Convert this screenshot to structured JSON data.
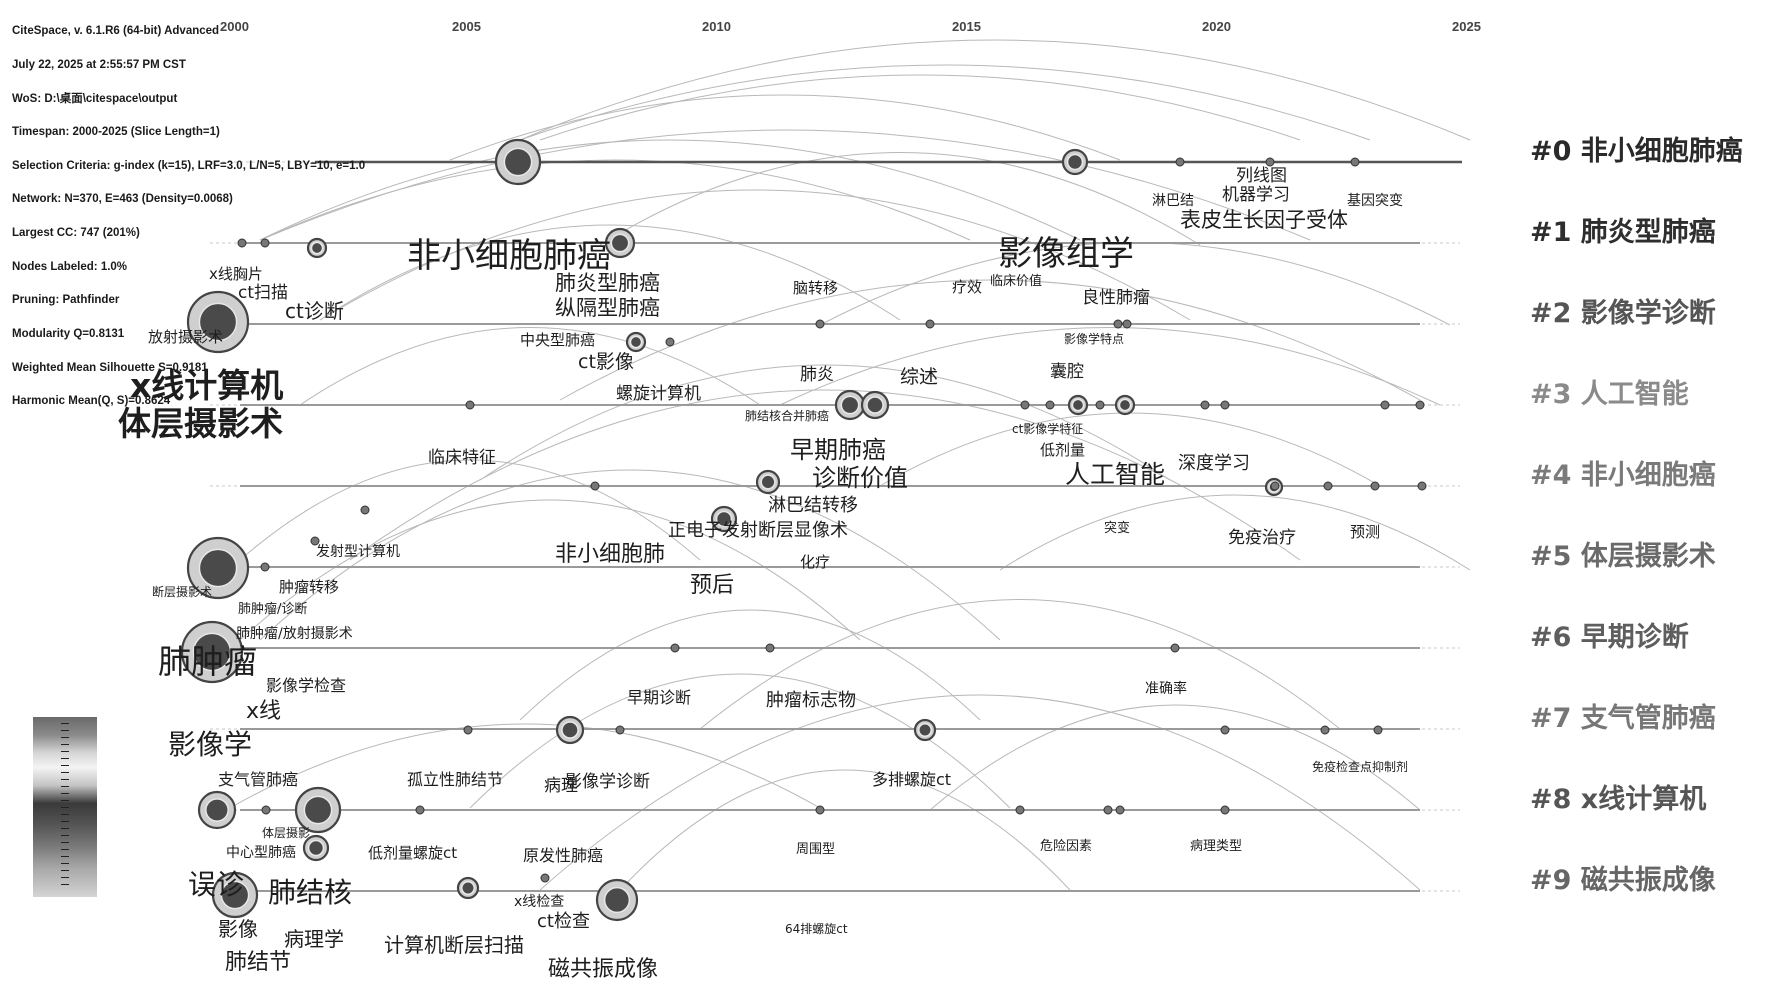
{
  "info_lines": [
    "CiteSpace, v. 6.1.R6 (64-bit) Advanced",
    "July 22, 2025 at 2:55:57 PM CST",
    "WoS: D:\\桌面\\citespace\\output",
    "Timespan: 2000-2025 (Slice Length=1)",
    "Selection Criteria: g-index (k=15), LRF=3.0, L/N=5, LBY=10, e=1.0",
    "Network: N=370, E=463 (Density=0.0068)",
    "Largest CC: 747 (201%)",
    "Nodes Labeled: 1.0%",
    "Pruning: Pathfinder",
    "Modularity Q=0.8131",
    "Weighted Mean Silhouette S=0.9181",
    "Harmonic Mean(Q, S)=0.8624"
  ],
  "years": [
    "2000",
    "2005",
    "2010",
    "2015",
    "2020",
    "2025"
  ],
  "clusters": [
    {
      "label": "#0 非小细胞肺癌",
      "color": "#2a2a2a"
    },
    {
      "label": "#1 肺炎型肺癌",
      "color": "#2e2e2e"
    },
    {
      "label": "#2 影像学诊断",
      "color": "#555555"
    },
    {
      "label": "#3 人工智能",
      "color": "#8a8a8a"
    },
    {
      "label": "#4 非小细胞癌",
      "color": "#7a7a7a"
    },
    {
      "label": "#5 体层摄影术",
      "color": "#6a6a6a"
    },
    {
      "label": "#6 早期诊断",
      "color": "#5e5e5e"
    },
    {
      "label": "#7 支气管肺癌",
      "color": "#777777"
    },
    {
      "label": "#8 x线计算机",
      "color": "#555555"
    },
    {
      "label": "#9 磁共振成像",
      "color": "#666666"
    }
  ],
  "keywords": [
    "列线图",
    "机器学习",
    "淋巴结",
    "基因突变",
    "表皮生长因子受体",
    "非小细胞肺癌",
    "影像组学",
    "x线胸片",
    "ct扫描",
    "ct诊断",
    "放射摄影术",
    "肺炎型肺癌",
    "纵隔型肺癌",
    "脑转移",
    "疗效",
    "临床价值",
    "良性肺瘤",
    "影像学特点",
    "中央型肺癌",
    "ct影像",
    "x线计算机",
    "体层摄影术",
    "螺旋计算机",
    "肺炎",
    "综述",
    "囊腔",
    "肺结核合并肺癌",
    "ct影像学特征",
    "低剂量",
    "临床特征",
    "早期肺癌",
    "诊断价值",
    "人工智能",
    "深度学习",
    "淋巴结转移",
    "正电子发射断层显像术",
    "发射型计算机",
    "非小细胞肺",
    "突变",
    "免疫治疗",
    "预测",
    "化疗",
    "断层摄影术",
    "肿瘤转移",
    "预后",
    "肺肿瘤/诊断",
    "肺肿瘤/放射摄影术",
    "肺肿瘤",
    "影像学检查",
    "早期诊断",
    "肿瘤标志物",
    "准确率",
    "x线",
    "影像学",
    "支气管肺癌",
    "孤立性肺结节",
    "病理",
    "影像学诊断",
    "多排螺旋ct",
    "免疫检查点抑制剂",
    "体层摄影",
    "中心型肺癌",
    "低剂量螺旋ct",
    "原发性肺癌",
    "周围型",
    "危险因素",
    "病理类型",
    "误诊",
    "肺结核",
    "x线检查",
    "ct检查",
    "64排螺旋ct",
    "影像",
    "病理学",
    "肺结节",
    "计算机断层扫描",
    "磁共振成像"
  ],
  "legend": {
    "gradient": [
      "#6a6a6a",
      "#d6d6d6",
      "#f4f4f4",
      "#3a3a3a",
      "#d4d4d4"
    ]
  }
}
